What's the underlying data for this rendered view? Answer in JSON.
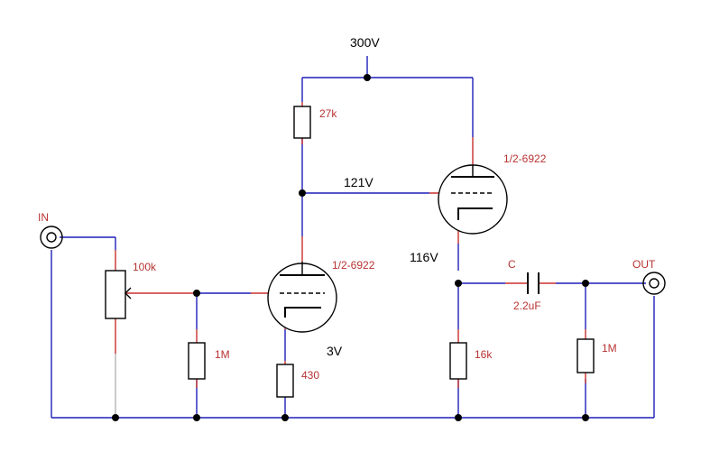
{
  "voltages": {
    "supply": "300V",
    "v1_plate": "121V",
    "v2_cathode": "116V",
    "v1_cathode": "3V"
  },
  "tubes": {
    "v1": "1/2-6922",
    "v2": "1/2-6922"
  },
  "components": {
    "r_plate": "27k",
    "pot": "100k",
    "r_grid": "1M",
    "r_cathode": "430",
    "r_load": "16k",
    "cap_name": "C",
    "cap_value": "2.2uF",
    "r_out": "1M"
  },
  "jacks": {
    "input": "IN",
    "output": "OUT"
  }
}
